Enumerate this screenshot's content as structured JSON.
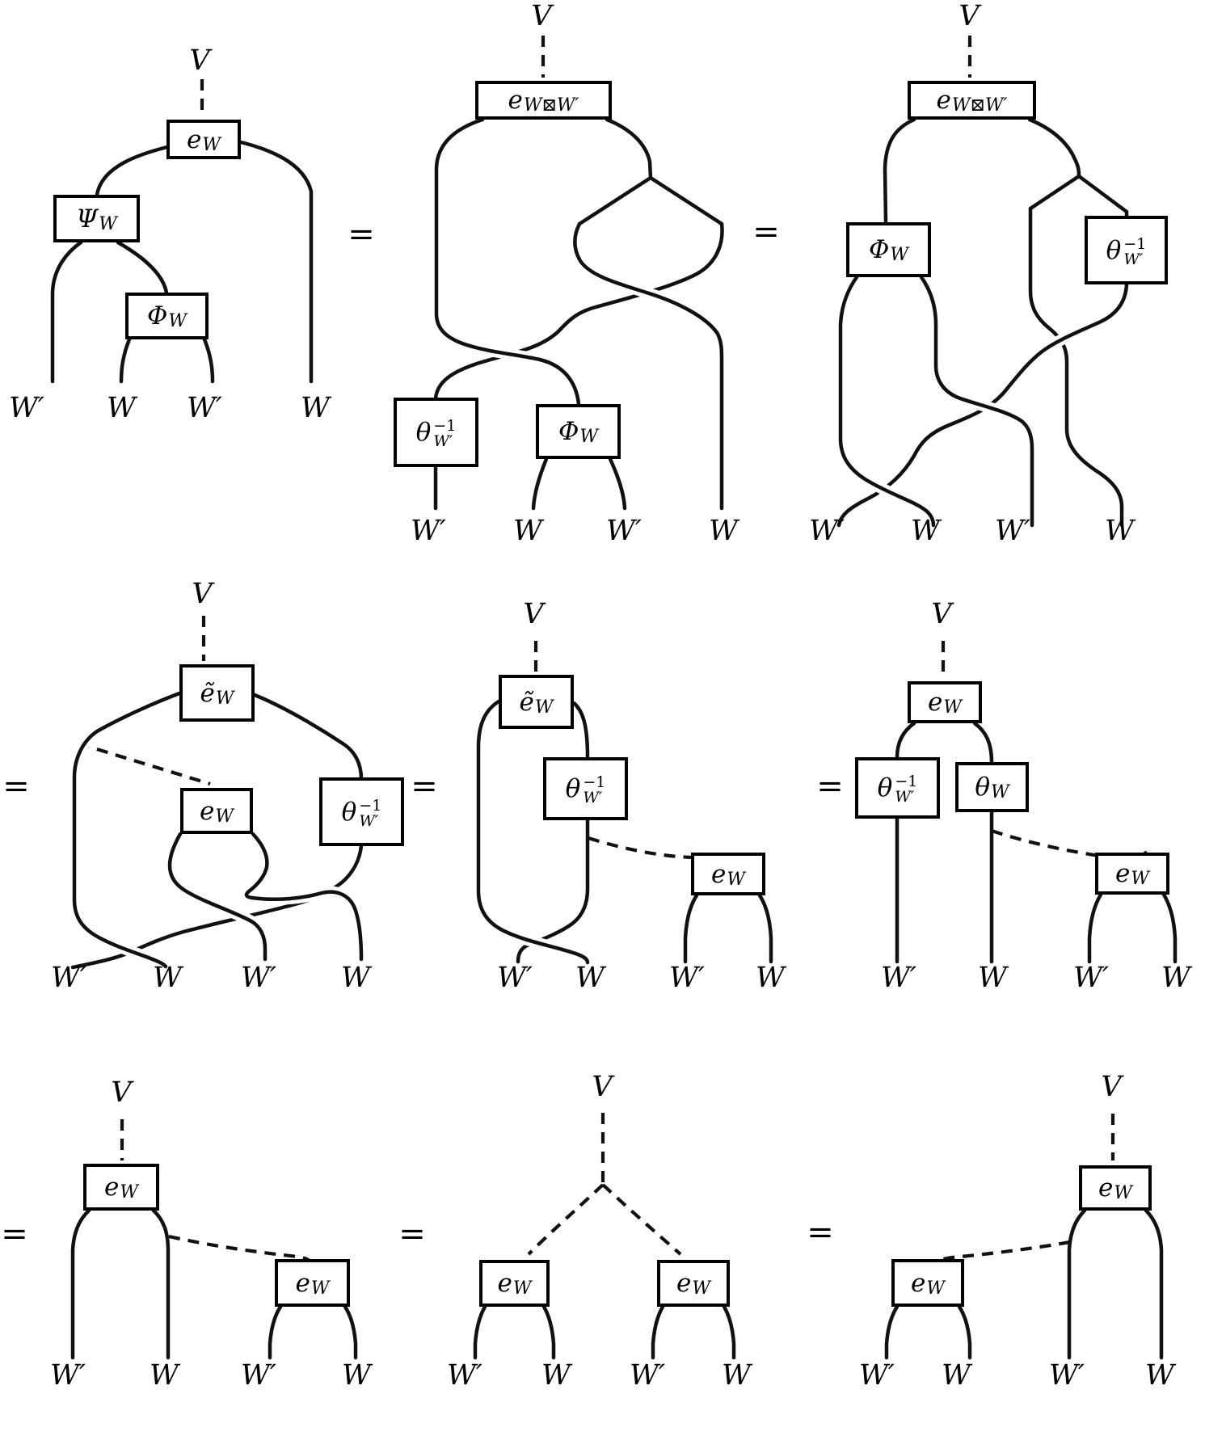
{
  "figure": {
    "labels": {
      "V": "V",
      "W": "W",
      "W_prime": "W′",
      "equals": "="
    },
    "boxes": {
      "e_W": {
        "main": "e",
        "sub": "W"
      },
      "e_W_tilde": {
        "main": "ẽ",
        "sub": "W"
      },
      "e_WboxW_prime": {
        "main": "e",
        "sub": "W⊠W′"
      },
      "Psi_W": {
        "main": "Ψ",
        "sub": "W"
      },
      "Phi_W": {
        "main": "Φ",
        "sub": "W"
      },
      "theta_W": {
        "main": "θ",
        "sub": "W"
      },
      "theta_Wp_inv": {
        "main": "θ",
        "sup": "−1",
        "sub": "W′"
      }
    }
  }
}
